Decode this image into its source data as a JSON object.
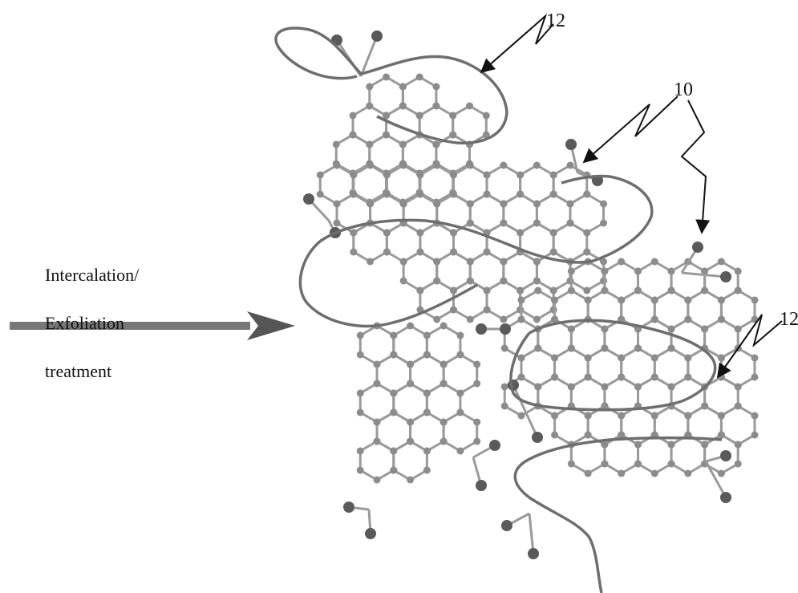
{
  "caption": {
    "lines": [
      "Intercalation/",
      "Exfoliation",
      "treatment"
    ]
  },
  "labels": {
    "label_12_top": "12",
    "label_10": "10",
    "label_12_right": "12"
  },
  "colors": {
    "ring": "#9a9a9a",
    "atom": "#8c8c8c",
    "functional_group": "#5a5a5a",
    "polymer_chain": "#6e6e6e",
    "arrow": "#777777",
    "text": "#111111"
  }
}
